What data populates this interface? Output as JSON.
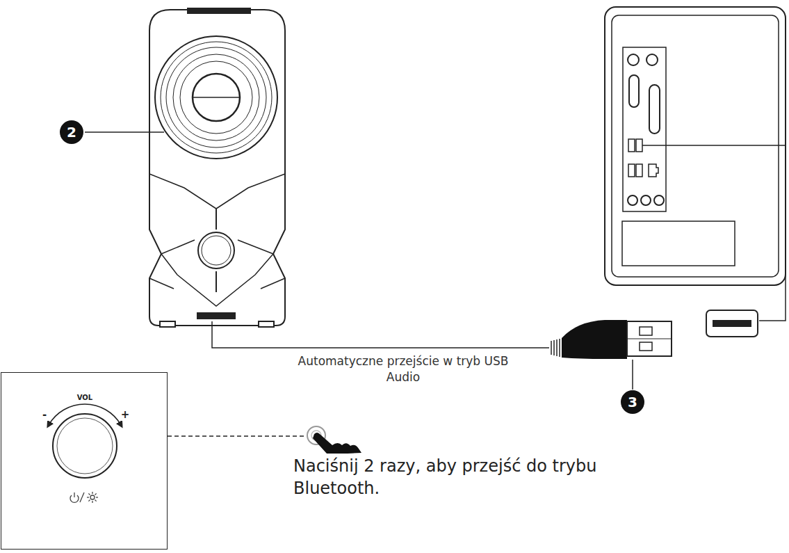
{
  "diagram": {
    "nodes": [
      {
        "text": [
          "VOL",
          "-",
          "+"
        ]
      }
    ],
    "labels": [
      "2",
      "3",
      "Automatyczne przejście w tryb USB Audio",
      "Naciśnij 2 razy, aby przejść do trybu Bluetooth."
    ]
  }
}
